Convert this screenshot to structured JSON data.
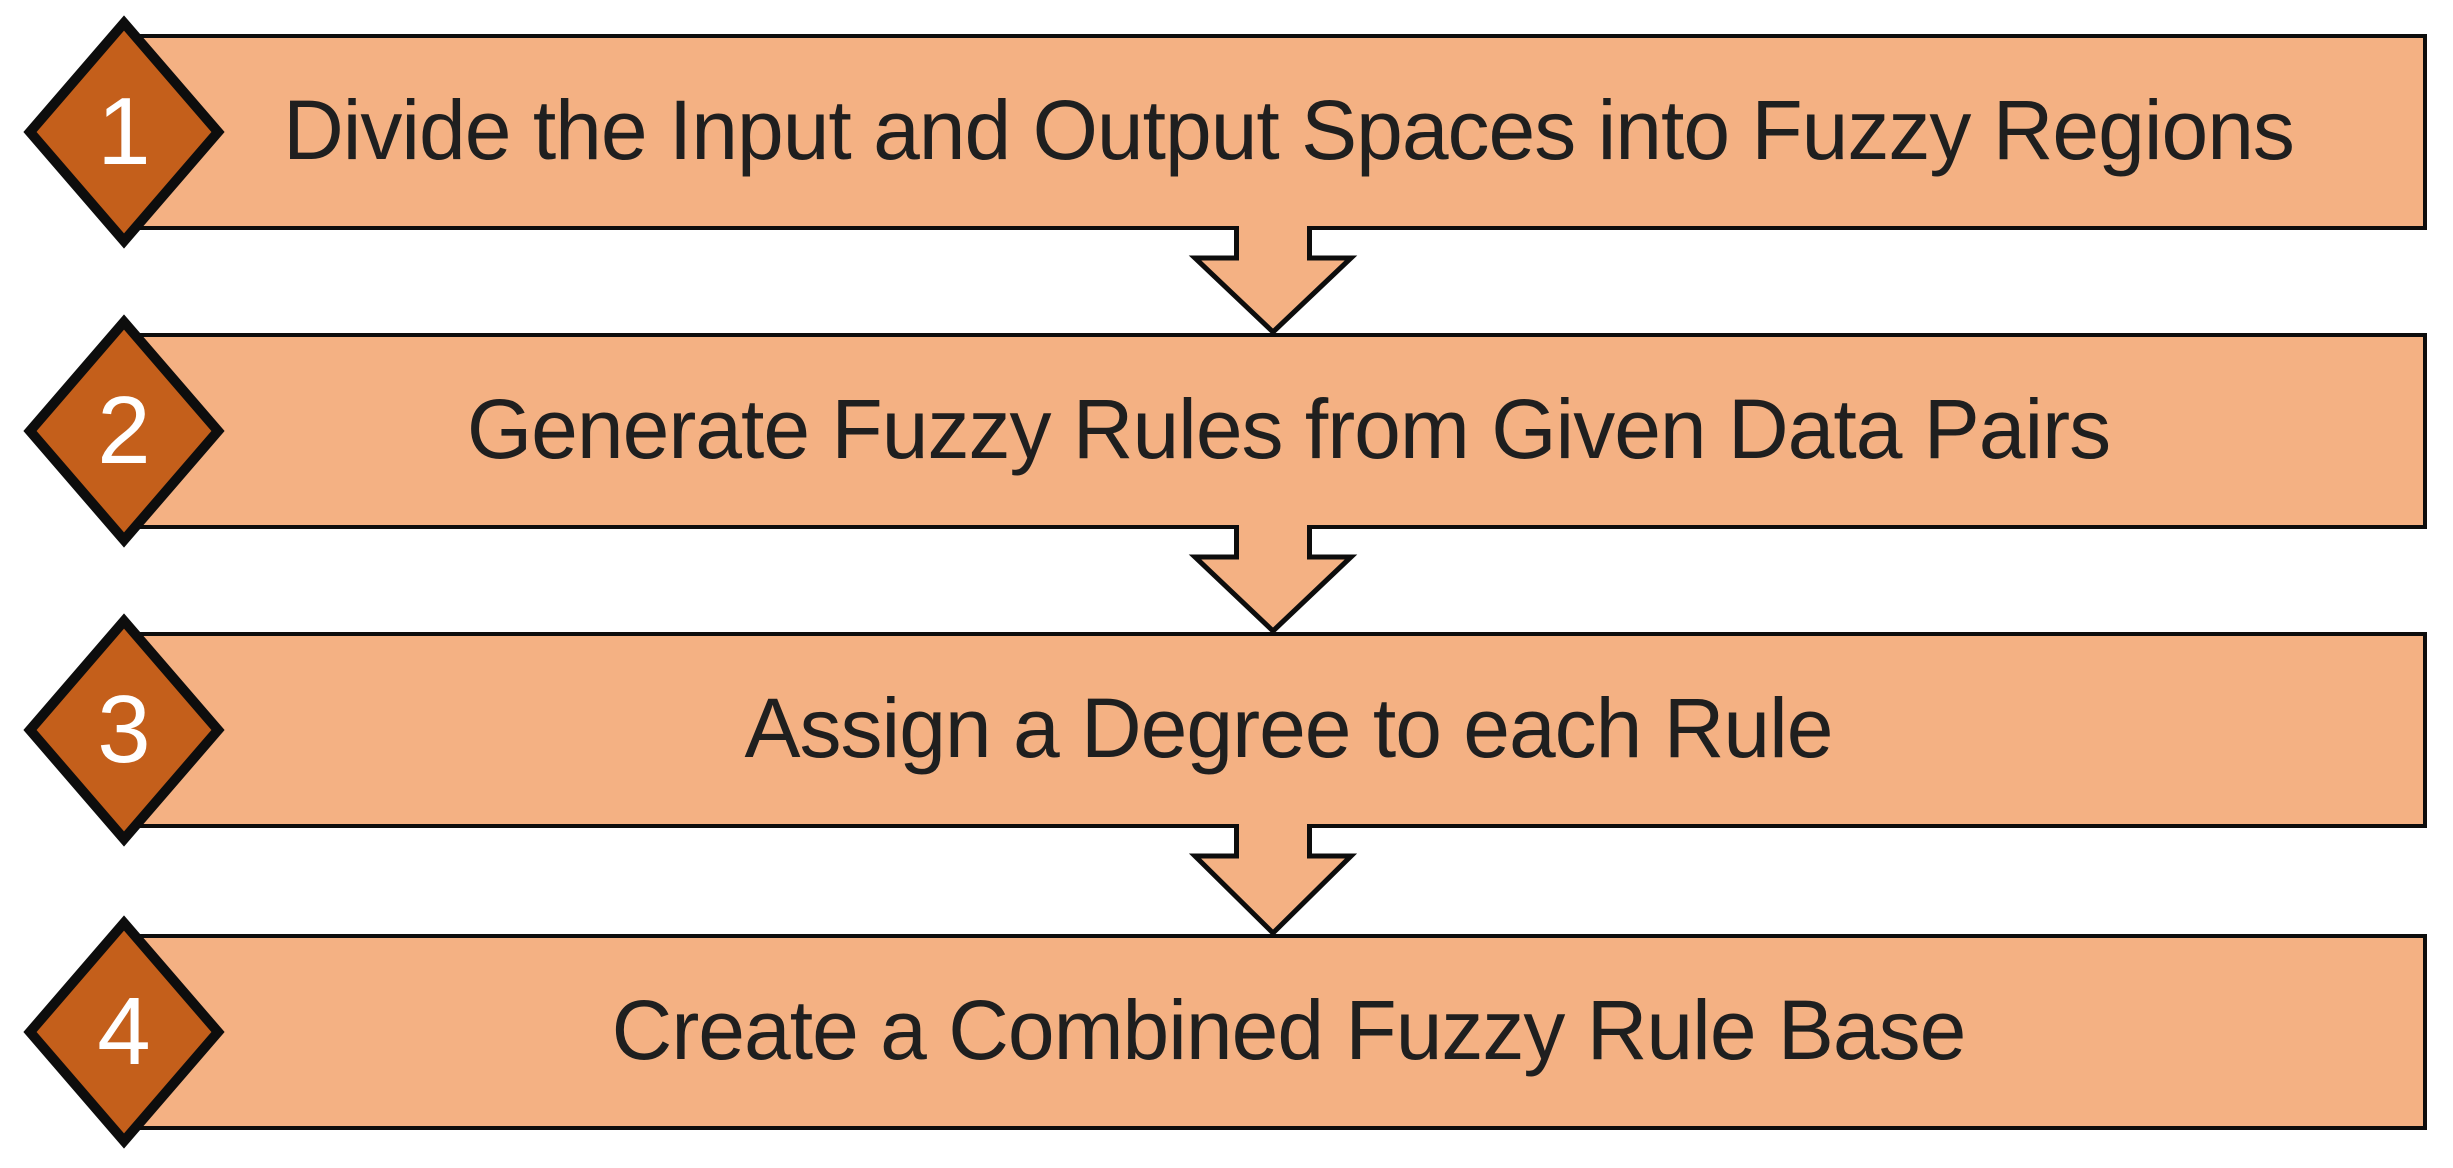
{
  "diagram": {
    "name": "Fuzzy rule generation process",
    "connector_icon": "down-arrow-icon",
    "marker_icon": "diamond-number-badge",
    "steps": [
      {
        "number": "1",
        "label": "Divide the Input and Output Spaces into Fuzzy Regions"
      },
      {
        "number": "2",
        "label": "Generate Fuzzy Rules from Given Data Pairs"
      },
      {
        "number": "3",
        "label": "Assign a Degree to each Rule"
      },
      {
        "number": "4",
        "label": "Create a Combined Fuzzy Rule Base"
      }
    ],
    "colors": {
      "background": "#FFFFFF",
      "bar_fill": "#F4B183",
      "diamond_fill": "#C45F1B",
      "outline": "#0D0D0D",
      "text": "#1F1F1F",
      "number_text": "#FFFFFF"
    }
  }
}
